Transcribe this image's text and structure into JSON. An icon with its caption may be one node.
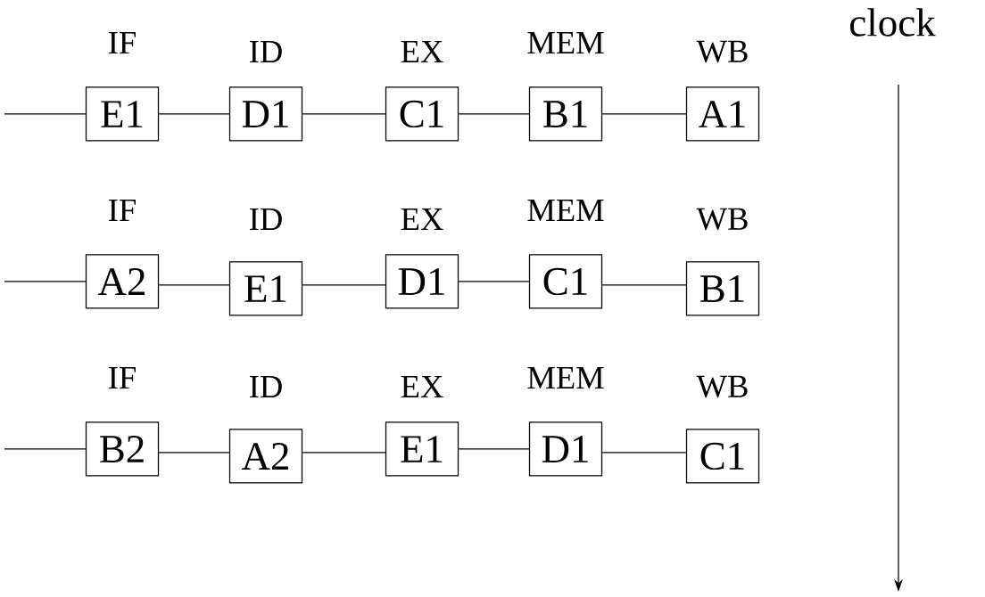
{
  "diagram": {
    "nodes": [
      {
        "text": [
          "IF",
          "E1"
        ]
      },
      {
        "text": [
          "ID",
          "D1"
        ]
      },
      {
        "text": [
          "EX",
          "C1"
        ]
      },
      {
        "text": [
          "MEM",
          "B1"
        ]
      },
      {
        "text": [
          "WB",
          "A1"
        ]
      },
      {
        "text": [
          "IF",
          "A2"
        ]
      },
      {
        "text": [
          "ID",
          "E1"
        ]
      },
      {
        "text": [
          "EX",
          "D1"
        ]
      },
      {
        "text": [
          "MEM",
          "C1"
        ]
      },
      {
        "text": [
          "WB",
          "B1"
        ]
      },
      {
        "text": [
          "IF",
          "B2"
        ]
      },
      {
        "text": [
          "ID",
          "A2"
        ]
      },
      {
        "text": [
          "EX",
          "E1"
        ]
      },
      {
        "text": [
          "MEM",
          "D1"
        ]
      },
      {
        "text": [
          "WB",
          "C1"
        ]
      }
    ],
    "edges": [
      {
        "from": null,
        "to": 0,
        "arrow": "none"
      },
      {
        "from": 0,
        "to": 1,
        "arrow": "none"
      },
      {
        "from": 1,
        "to": 2,
        "arrow": "none"
      },
      {
        "from": 2,
        "to": 3,
        "arrow": "none"
      },
      {
        "from": 3,
        "to": 4,
        "arrow": "none"
      },
      {
        "from": null,
        "to": 5,
        "arrow": "none"
      },
      {
        "from": 5,
        "to": 6,
        "arrow": "none"
      },
      {
        "from": 6,
        "to": 7,
        "arrow": "none"
      },
      {
        "from": 7,
        "to": 8,
        "arrow": "none"
      },
      {
        "from": 8,
        "to": 9,
        "arrow": "none"
      },
      {
        "from": null,
        "to": 10,
        "arrow": "none"
      },
      {
        "from": 10,
        "to": 11,
        "arrow": "none"
      },
      {
        "from": 11,
        "to": 12,
        "arrow": "none"
      },
      {
        "from": 12,
        "to": 13,
        "arrow": "none"
      },
      {
        "from": 13,
        "to": 14,
        "arrow": "none"
      }
    ],
    "labels": [
      "clock"
    ]
  }
}
